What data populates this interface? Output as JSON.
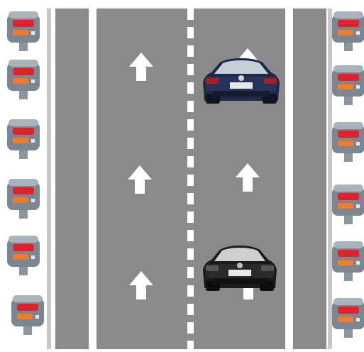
{
  "scene": {
    "colors": {
      "background": "#ffffff",
      "road": "#8a8a8a",
      "line": "#ffffff",
      "meter_body": "#7b8690",
      "meter_top": "#a9b3bb",
      "meter_stand": "#8c959c",
      "red_light": "#e0222a",
      "orange_light": "#ef7a2a",
      "car_blue": "#1f2a4a",
      "car_black": "#1a1a1a",
      "arrow": "#ffffff"
    },
    "lanes": [
      {
        "id": "shoulder-left"
      },
      {
        "id": "lane-1",
        "direction": "up"
      },
      {
        "id": "lane-2",
        "direction": "up"
      },
      {
        "id": "shoulder-right"
      }
    ],
    "arrows": [
      {
        "icon": "arrow-up-icon",
        "lane": "lane-1"
      },
      {
        "icon": "arrow-up-icon",
        "lane": "lane-1"
      },
      {
        "icon": "arrow-up-icon",
        "lane": "lane-1"
      },
      {
        "icon": "arrow-up-icon",
        "lane": "lane-2"
      },
      {
        "icon": "arrow-up-icon",
        "lane": "lane-2"
      },
      {
        "icon": "arrow-up-icon",
        "lane": "lane-2"
      }
    ],
    "cars": [
      {
        "icon": "car-rear-icon",
        "color": "dark-blue",
        "lane": "lane-2"
      },
      {
        "icon": "car-rear-icon",
        "color": "black",
        "lane": "lane-2"
      }
    ],
    "traffic_meters": {
      "icon": "traffic-meter-icon",
      "left_count": 6,
      "right_count": 6
    }
  }
}
